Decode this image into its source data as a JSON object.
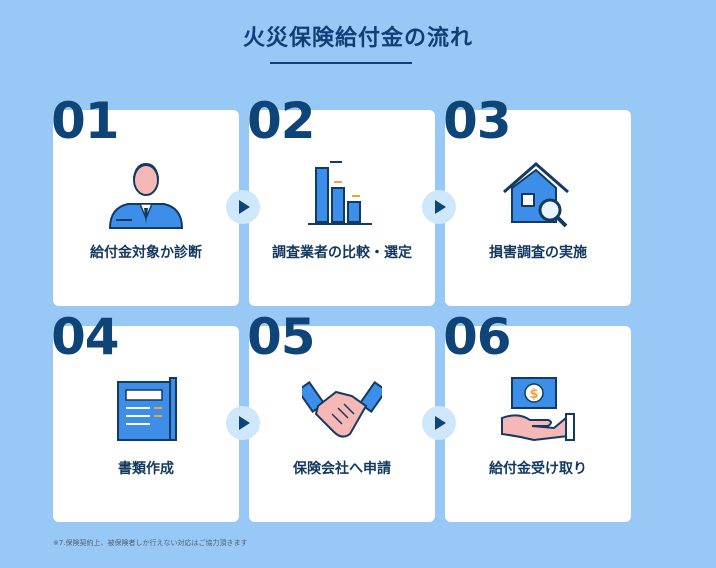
{
  "title": "火災保険給付金の流れ",
  "steps": [
    {
      "number": "01",
      "label": "給付金対象か診断",
      "icon": "businessman-icon"
    },
    {
      "number": "02",
      "label": "調査業者の比較・選定",
      "icon": "bar-chart-icon"
    },
    {
      "number": "03",
      "label": "損害調査の実施",
      "icon": "house-magnifier-icon"
    },
    {
      "number": "04",
      "label": "書類作成",
      "icon": "document-icon"
    },
    {
      "number": "05",
      "label": "保険会社へ申請",
      "icon": "handshake-icon"
    },
    {
      "number": "06",
      "label": "給付金受け取り",
      "icon": "money-hand-icon"
    }
  ],
  "note": "※7.保険契約上、被保険者しか行えない対応はご協力頂きます",
  "colors": {
    "background": "#98c9f6",
    "accent": "#0e4478",
    "icon_blue": "#3d8ee8",
    "arrow_circle": "#cfe7fb"
  }
}
